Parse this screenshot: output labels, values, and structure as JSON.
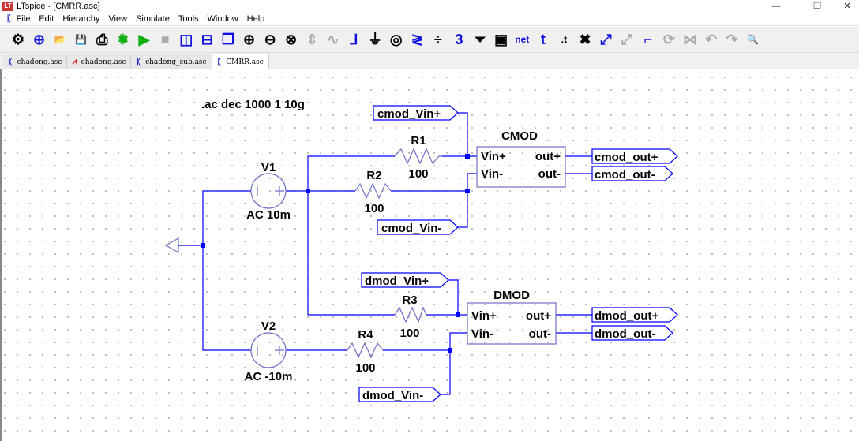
{
  "window": {
    "title": "LTspice - [CMRR.asc]",
    "min": "—",
    "restore": "❐",
    "close": "✕"
  },
  "menu": [
    "File",
    "Edit",
    "Hierarchy",
    "View",
    "Simulate",
    "Tools",
    "Window",
    "Help"
  ],
  "toolbar": [
    {
      "name": "settings-icon",
      "g": "⚙",
      "c": ""
    },
    {
      "name": "new-schematic-icon",
      "g": "⊕",
      "c": "blue"
    },
    {
      "name": "open-icon",
      "g": "📂",
      "c": "blue"
    },
    {
      "name": "save-icon",
      "g": "💾",
      "c": ""
    },
    {
      "name": "print-icon",
      "g": "⎙",
      "c": ""
    },
    {
      "name": "ac-analysis-icon",
      "g": "✹",
      "c": "green"
    },
    {
      "name": "run-icon",
      "g": "▶",
      "c": "green"
    },
    {
      "name": "stop-icon",
      "g": "■",
      "c": "gray"
    },
    {
      "name": "tile-vertical-icon",
      "g": "◫",
      "c": "blue"
    },
    {
      "name": "tile-horizontal-icon",
      "g": "⊟",
      "c": "blue"
    },
    {
      "name": "cascade-icon",
      "g": "❐",
      "c": "blue"
    },
    {
      "name": "zoom-in-icon",
      "g": "⊕",
      "c": ""
    },
    {
      "name": "zoom-out-icon",
      "g": "⊖",
      "c": ""
    },
    {
      "name": "zoom-fit-icon",
      "g": "⊗",
      "c": ""
    },
    {
      "name": "pan-icon",
      "g": "⇕",
      "c": "gray"
    },
    {
      "name": "waveform-icon",
      "g": "∿",
      "c": "gray"
    },
    {
      "name": "wire-icon",
      "g": "⅃",
      "c": "blue"
    },
    {
      "name": "ground-icon",
      "g": "⏚",
      "c": ""
    },
    {
      "name": "label-net-icon",
      "g": "◎",
      "c": ""
    },
    {
      "name": "resistor-icon",
      "g": "≷",
      "c": "blue"
    },
    {
      "name": "capacitor-icon",
      "g": "÷",
      "c": ""
    },
    {
      "name": "inductor-icon",
      "g": "3",
      "c": "blue"
    },
    {
      "name": "diode-icon",
      "g": "⏷",
      "c": ""
    },
    {
      "name": "component-icon",
      "g": "▣",
      "c": ""
    },
    {
      "name": "net-icon",
      "g": "net",
      "c": "blue"
    },
    {
      "name": "text-icon",
      "g": "t",
      "c": "blue"
    },
    {
      "name": "spice-directive-icon",
      "g": ".t",
      "c": ""
    },
    {
      "name": "delete-icon",
      "g": "✖",
      "c": ""
    },
    {
      "name": "duplicate-icon",
      "g": "⤢",
      "c": "blue"
    },
    {
      "name": "move-icon",
      "g": "⤢",
      "c": "gray"
    },
    {
      "name": "drag-icon",
      "g": "⌐",
      "c": "blue"
    },
    {
      "name": "rotate-icon",
      "g": "⟳",
      "c": "gray"
    },
    {
      "name": "mirror-icon",
      "g": "⋈",
      "c": "gray"
    },
    {
      "name": "undo-icon",
      "g": "↶",
      "c": "gray"
    },
    {
      "name": "redo-icon",
      "g": "↷",
      "c": "gray"
    },
    {
      "name": "find-icon",
      "g": "🔍",
      "c": "teal"
    }
  ],
  "tabs": [
    {
      "label": "chadong.asc",
      "icon": "schematic"
    },
    {
      "label": "chadong.asc",
      "icon": "waveform"
    },
    {
      "label": "chadong_sub.asc",
      "icon": "schematic"
    },
    {
      "label": "CMRR.asc",
      "icon": "schematic",
      "active": true
    }
  ],
  "schematic": {
    "directive": ".ac dec 1000 1 10g",
    "v1": {
      "name": "V1",
      "value": "AC 10m"
    },
    "v2": {
      "name": "V2",
      "value": "AC -10m"
    },
    "r1": {
      "name": "R1",
      "value": "100"
    },
    "r2": {
      "name": "R2",
      "value": "100"
    },
    "r3": {
      "name": "R3",
      "value": "100"
    },
    "r4": {
      "name": "R4",
      "value": "100"
    },
    "cmod": {
      "name": "CMOD",
      "vinp": "Vin+",
      "vinm": "Vin-",
      "outp": "out+",
      "outm": "out-"
    },
    "dmod": {
      "name": "DMOD",
      "vinp": "Vin+",
      "vinm": "Vin-",
      "outp": "out+",
      "outm": "out-"
    },
    "labels": {
      "cmod_vinp": "cmod_Vin+",
      "cmod_vinm": "cmod_Vin-",
      "cmod_outp": "cmod_out+",
      "cmod_outm": "cmod_out-",
      "dmod_vinp": "dmod_Vin+",
      "dmod_vinm": "dmod_Vin-",
      "dmod_outp": "dmod_out+",
      "dmod_outm": "dmod_out-"
    }
  }
}
